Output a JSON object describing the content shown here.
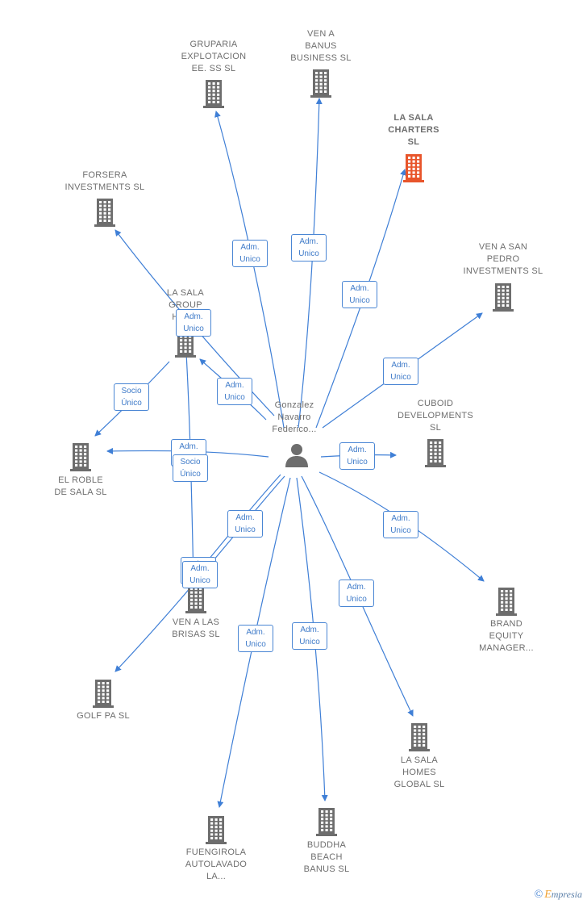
{
  "center": {
    "label": "Gonzalez\nNavarro\nFederico...",
    "icon": "person-icon"
  },
  "companies": [
    {
      "id": "gruparia",
      "label": "GRUPARIA\nEXPLOTACION\nEE.  SS SL",
      "highlight": false
    },
    {
      "id": "ven-a-banus",
      "label": "VEN A\nBANUS\nBUSINESS SL",
      "highlight": false
    },
    {
      "id": "la-sala-charters",
      "label": "LA SALA\nCHARTERS\nSL",
      "highlight": true
    },
    {
      "id": "forsera",
      "label": "FORSERA\nINVESTMENTS SL",
      "highlight": false
    },
    {
      "id": "ven-a-san-pedro",
      "label": "VEN A SAN\nPEDRO\nINVESTMENTS SL",
      "highlight": false
    },
    {
      "id": "la-sala-group",
      "label": "LA SALA\nGROUP\nHOL...",
      "highlight": false
    },
    {
      "id": "cuboid",
      "label": "CUBOID\nDEVELOPMENTS\nSL",
      "highlight": false
    },
    {
      "id": "el-roble",
      "label": "EL ROBLE\nDE SALA  SL",
      "highlight": false
    },
    {
      "id": "ven-a-las-brisas",
      "label": "VEN A LAS\nBRISAS  SL",
      "highlight": false
    },
    {
      "id": "brand-equity",
      "label": "BRAND\nEQUITY\nMANAGER...",
      "highlight": false
    },
    {
      "id": "golf-pa",
      "label": "GOLF PA  SL",
      "highlight": false
    },
    {
      "id": "la-sala-homes",
      "label": "LA SALA\nHOMES\nGLOBAL  SL",
      "highlight": false
    },
    {
      "id": "fuengirola",
      "label": "FUENGIROLA\nAUTOLAVADO\nLA...",
      "highlight": false
    },
    {
      "id": "buddha",
      "label": "BUDDHA\nBEACH\nBANUS SL",
      "highlight": false
    }
  ],
  "badges": [
    "Adm.\nUnico",
    "Adm.\nUnico",
    "Adm.\nUnico",
    "Adm.\nUnico",
    "Adm.\nUnico",
    "Adm.\nUnico",
    "Socio\nÚnico",
    "Adm.\nUnico",
    "Adm.\nUnico",
    "Socio\nÚnico",
    "Adm.\nUnico",
    "Adm.\nUnico",
    "Adm.\nUnico",
    "Adm.\nUnico",
    "Adm.\nUnico",
    "Adm.\nUnico",
    "Adm.\nUnico"
  ],
  "colors": {
    "edge": "#3f7fd6",
    "building": "#6d6d6d",
    "building_highlight": "#e8552b",
    "person": "#6d6d6d"
  },
  "footer": {
    "copyright": "©",
    "brand_initial": "E",
    "brand_rest": "mpresia"
  }
}
